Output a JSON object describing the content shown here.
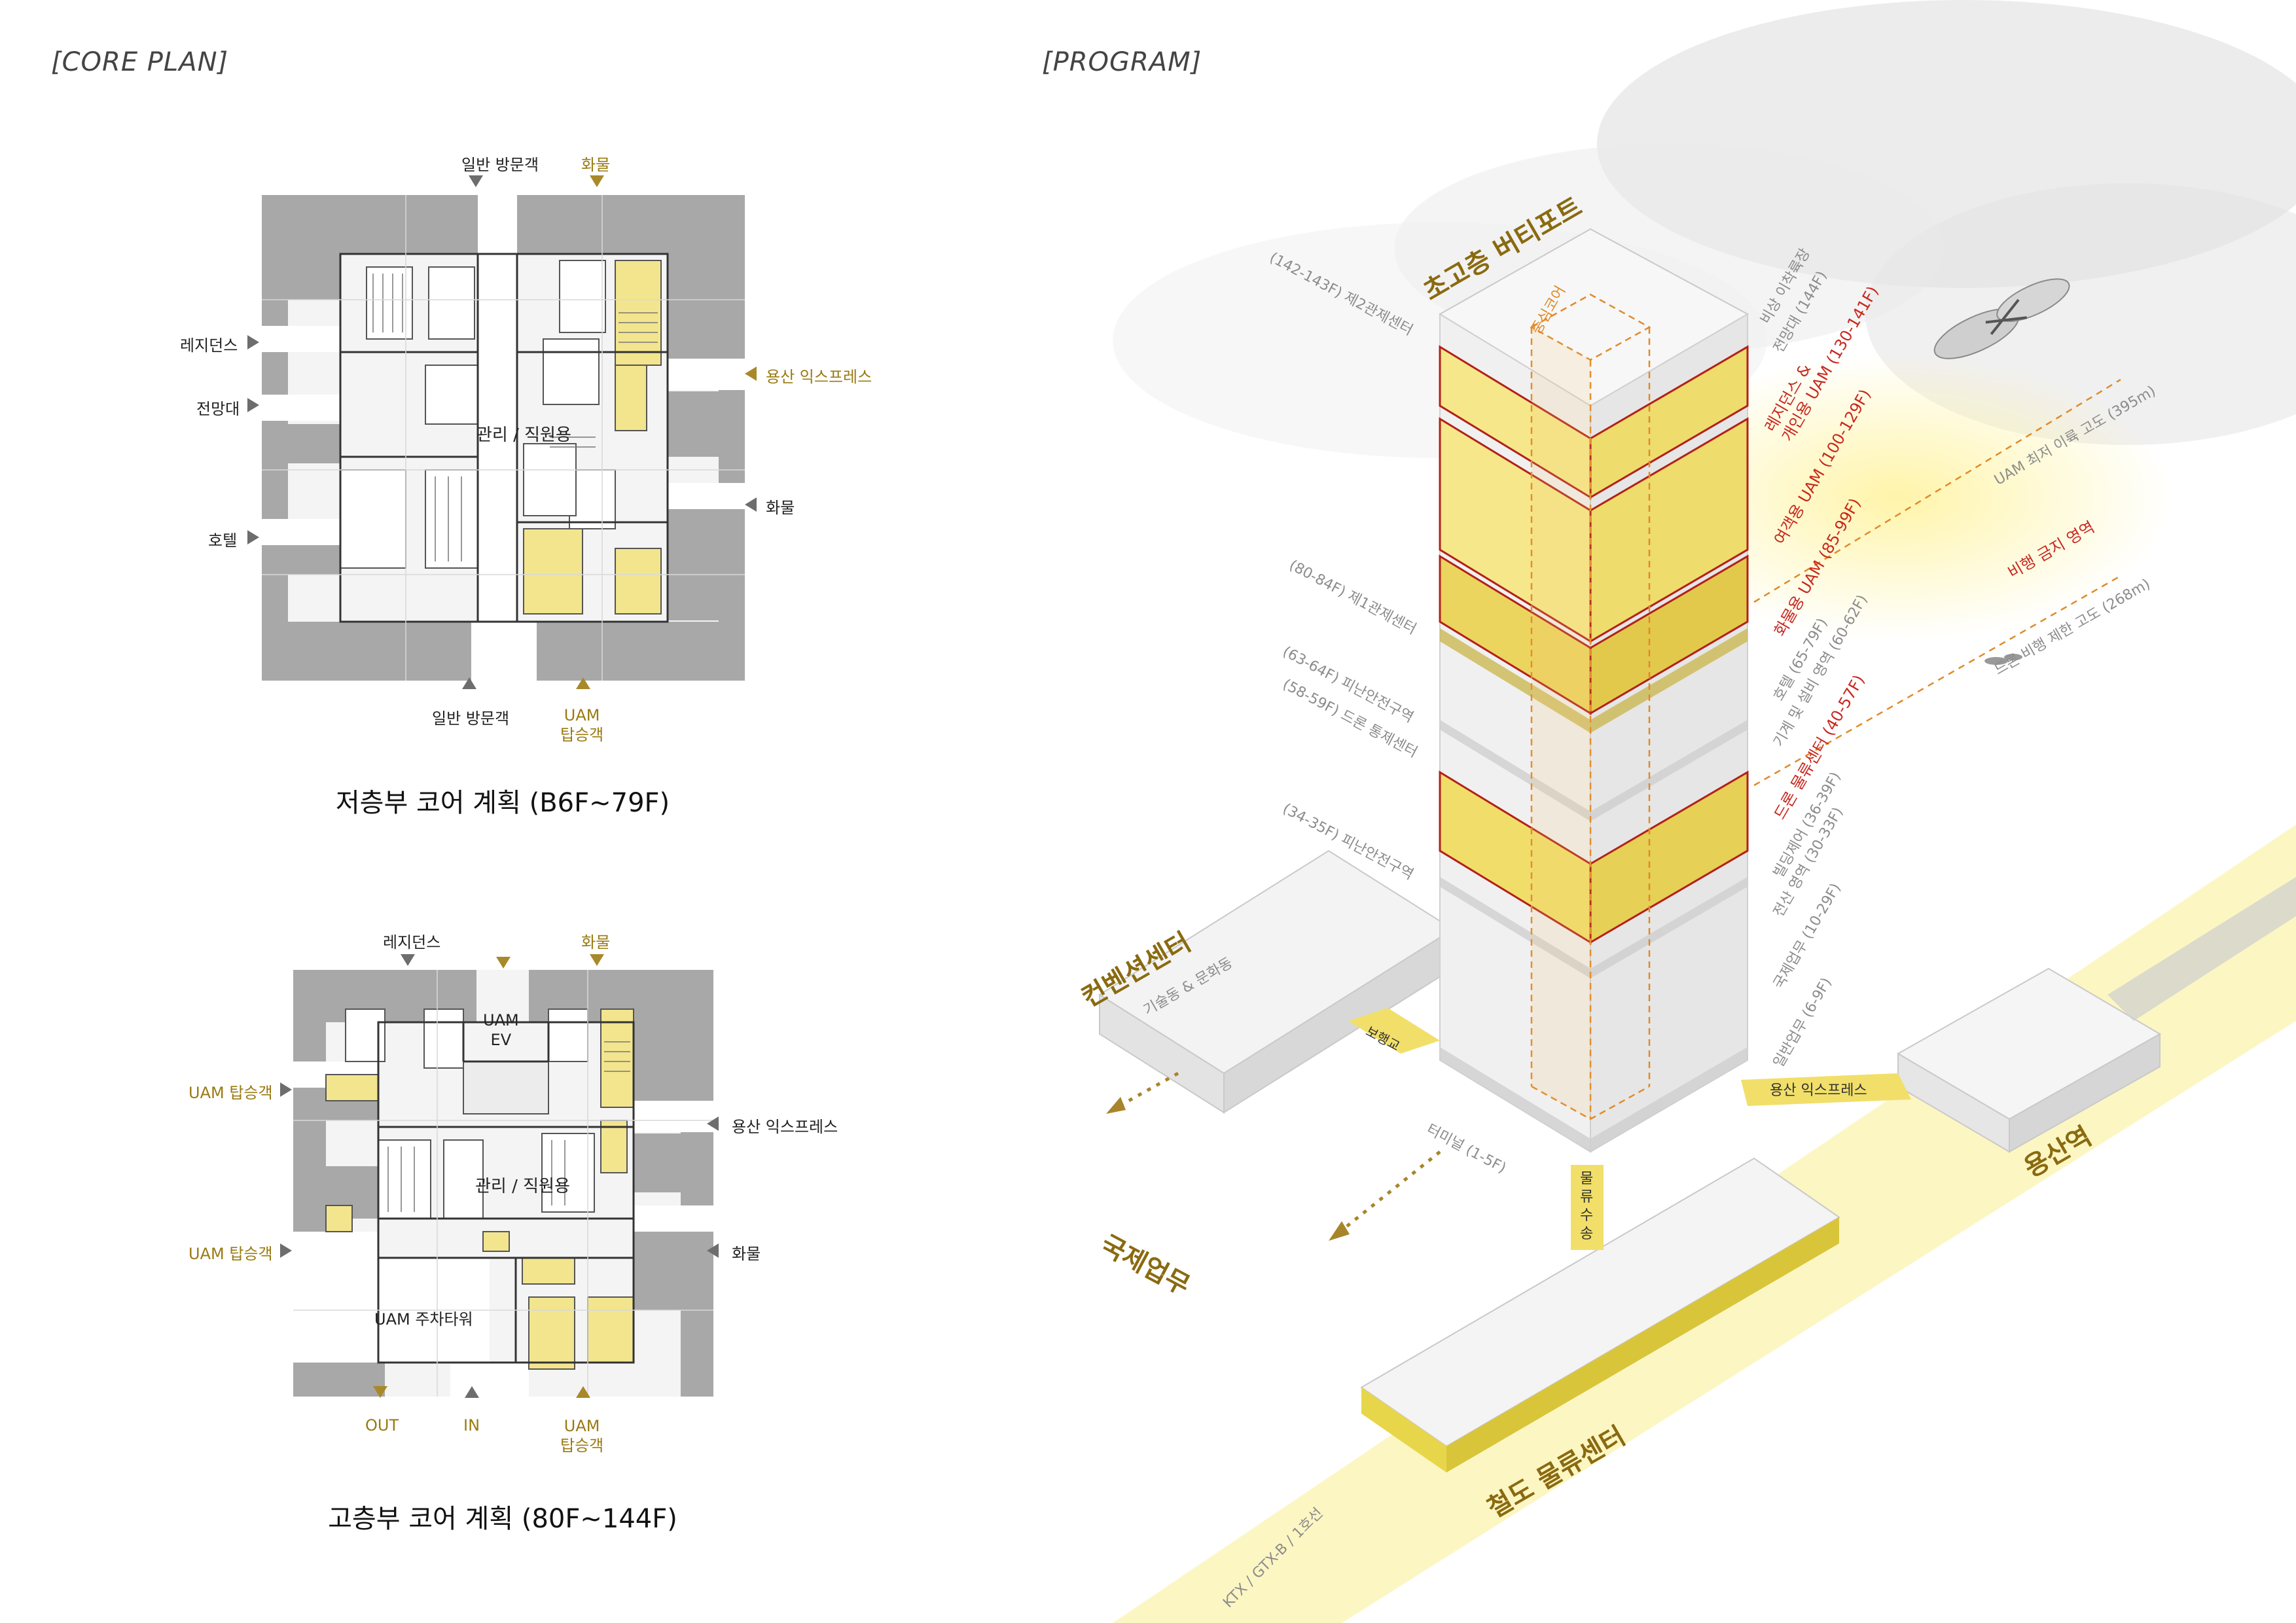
{
  "left_section_label": "[CORE PLAN]",
  "right_section_label": "[PROGRAM]",
  "plan_low": {
    "title": "저층부 코어 계획 (B6F~79F)",
    "center_label": "관리 / 직원용",
    "entry_top_visitor": "일반 방문객",
    "entry_top_cargo": "화물",
    "entry_left_residence": "레지던스",
    "entry_left_observatory": "전망대",
    "entry_left_hotel": "호텔",
    "entry_right_express": "용산 익스프레스",
    "entry_right_cargo": "화물",
    "entry_bottom_visitor": "일반 방문객",
    "entry_bottom_uam": "UAM\n탑승객"
  },
  "plan_high": {
    "title": "고층부 코어 계획 (80F~144F)",
    "center_label": "관리 / 직원용",
    "uam_ev_label": "UAM\nEV",
    "parking_label": "UAM 주차타워",
    "entry_top_residence": "레지던스",
    "entry_top_cargo": "화물",
    "entry_left_uam1": "UAM 탑승객",
    "entry_left_uam2": "UAM 탑승객",
    "entry_right_express": "용산 익스프레스",
    "entry_right_cargo": "화물",
    "entry_bottom_out": "OUT",
    "entry_bottom_in": "IN",
    "entry_bottom_uam": "UAM\n탑승객"
  },
  "program": {
    "tower_top_title": "초고층 버티포트",
    "core_label": "중심코어",
    "left_floor_labels": [
      "(142-143F) 제2관제센터",
      "(80-84F) 제1관제센터",
      "(63-64F) 피난안전구역",
      "(58-59F) 드론 통제센터",
      "(34-35F) 피난안전구역"
    ],
    "right_floor_labels_gray": [
      "비상 이착륙장",
      "전망대 (144F)",
      "호텔 (65-79F)",
      "기계 및 설비 영역 (60-62F)",
      "빌딩제어 (36-39F)",
      "전산 영역 (30-33F)",
      "국제업무 (10-29F)",
      "일반업무 (6-9F)"
    ],
    "right_floor_labels_red": [
      "레지던스 &\n개인용 UAM (130-141F)",
      "여객용 UAM (100-129F)",
      "화물용 UAM (85-99F)",
      "드론 물류센터 (40-57F)"
    ],
    "terminal_label": "터미널 (1-5F)",
    "altitude_uam": "UAM 최저 이륙 고도 (395m)",
    "altitude_drone": "드론 비행 제한 고도 (268m)",
    "no_fly_zone": "비행 금지 영역",
    "convention": "컨벤션센터",
    "convention_sub": "기술동 & 문화동",
    "bridge": "보행교",
    "international": "국제업무",
    "express": "용산 익스프레스",
    "yongsan_station": "용산역",
    "logistics_transport": "물류 수송",
    "rail_logistics": "철도 물류센터",
    "rail_lines": "KTX / GTX-B / 1호선"
  },
  "colors": {
    "uam_yellow": "#f3e27a",
    "red_outline": "#b3201a",
    "gold_text": "#8a6a10",
    "wall_gray": "#9a9a9a"
  }
}
